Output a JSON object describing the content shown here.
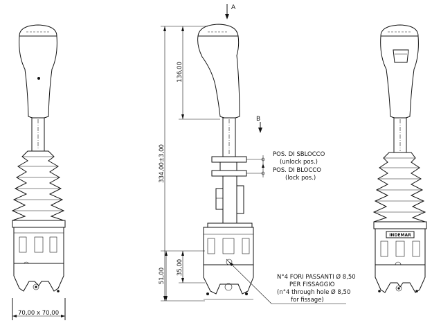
{
  "labels": {
    "view_a": "A",
    "view_b": "B",
    "dim_total": "334,00±3,00",
    "dim_knob": "136,00",
    "dim_lower": "51,00",
    "dim_35": "35,00",
    "dim_base": "70,00 x 70,00",
    "unlock_it": "POS. DI SBLOCCO",
    "unlock_en": "(unlock pos.)",
    "lock_it": "POS. DI BLOCCO",
    "lock_en": "(lock pos.)",
    "holes_1": "N°4 FORI PASSANTI Ø 8,50",
    "holes_2": "PER FISSAGGIO",
    "holes_3": "(n°4 through hole Ø 8,50",
    "holes_4": "for fissage)",
    "brand": "INDEMAR"
  }
}
